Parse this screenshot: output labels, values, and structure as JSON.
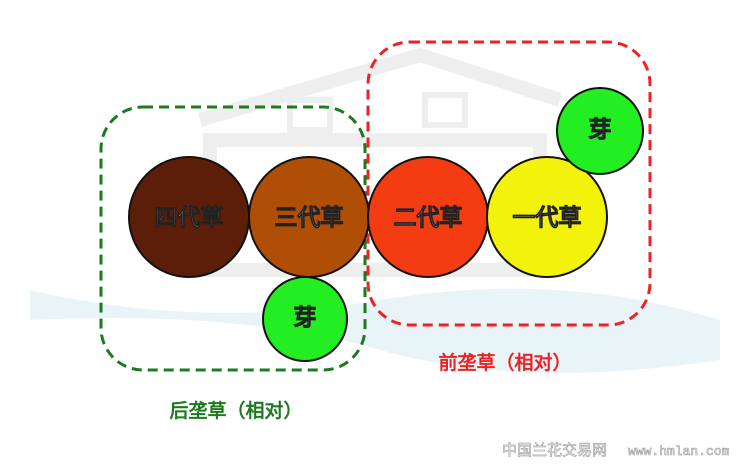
{
  "circles": [
    {
      "label": "四代草",
      "color": "#5c1e08"
    },
    {
      "label": "三代草",
      "color": "#b04e06"
    },
    {
      "label": "二代草",
      "color": "#f43c12"
    },
    {
      "label": "一代草",
      "color": "#f2f20a"
    },
    {
      "label": "芽",
      "color": "#22ee22"
    },
    {
      "label": "芽",
      "color": "#22ee22"
    }
  ],
  "groups": {
    "front": {
      "label": "前垄草（相对）",
      "color": "#ee2222"
    },
    "back": {
      "label": "后垄草（相对）",
      "color": "#1e7a1e"
    }
  },
  "watermark": {
    "site_name": "中国兰花交易网",
    "url": "www.hmlan.com"
  }
}
